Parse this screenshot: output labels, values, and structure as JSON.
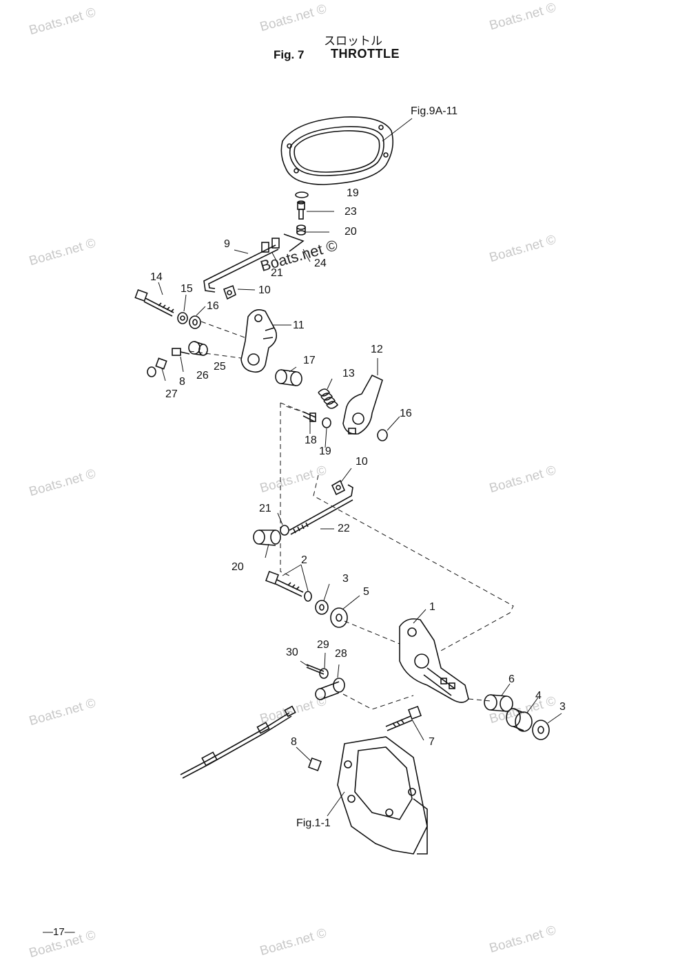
{
  "header": {
    "title_jp": "スロットル",
    "fig_label": "Fig. 7",
    "title_en": "THROTTLE"
  },
  "references": {
    "ref_9a": "Fig.9A-11",
    "ref_1": "Fig.1-1"
  },
  "callouts": [
    "19",
    "23",
    "20",
    "9",
    "21",
    "24",
    "14",
    "15",
    "10",
    "16",
    "11",
    "25",
    "26",
    "8",
    "27",
    "17",
    "12",
    "13",
    "16",
    "18",
    "19",
    "10",
    "21",
    "22",
    "20",
    "2",
    "3",
    "5",
    "1",
    "30",
    "29",
    "28",
    "6",
    "4",
    "3",
    "7",
    "8"
  ],
  "watermark": "Boats.net ©",
  "page_number": "—17—"
}
